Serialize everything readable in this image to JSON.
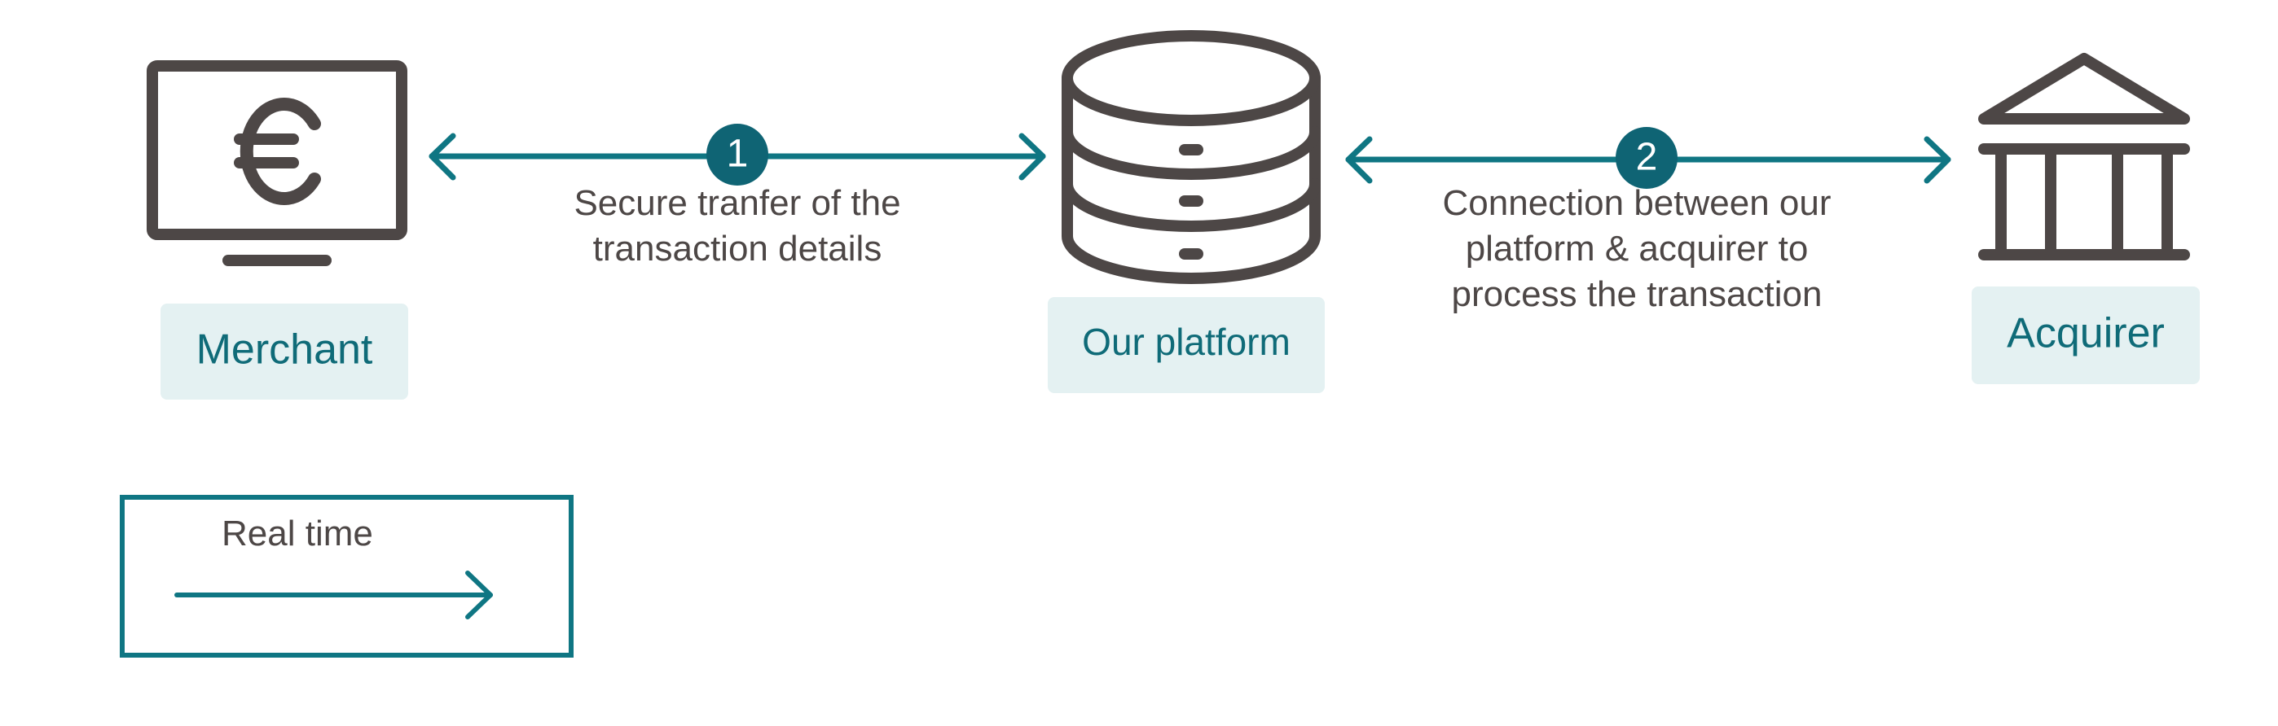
{
  "nodes": {
    "merchant": {
      "label": "Merchant",
      "icon": "euro-monitor-icon"
    },
    "platform": {
      "label": "Our platform",
      "icon": "database-icon"
    },
    "acquirer": {
      "label": "Acquirer",
      "icon": "bank-icon"
    }
  },
  "steps": [
    {
      "number": "1",
      "lines": [
        "Secure tranfer of the",
        "transaction details"
      ]
    },
    {
      "number": "2",
      "lines": [
        "Connection between our",
        "platform & acquirer to",
        "process the transaction"
      ]
    }
  ],
  "legend": {
    "label": "Real time"
  },
  "colors": {
    "accent": "#0f7683",
    "node_fill": "#e4f1f2",
    "node_text": "#0f6b78",
    "ink": "#4d4746",
    "step_circle": "#0f6474"
  }
}
